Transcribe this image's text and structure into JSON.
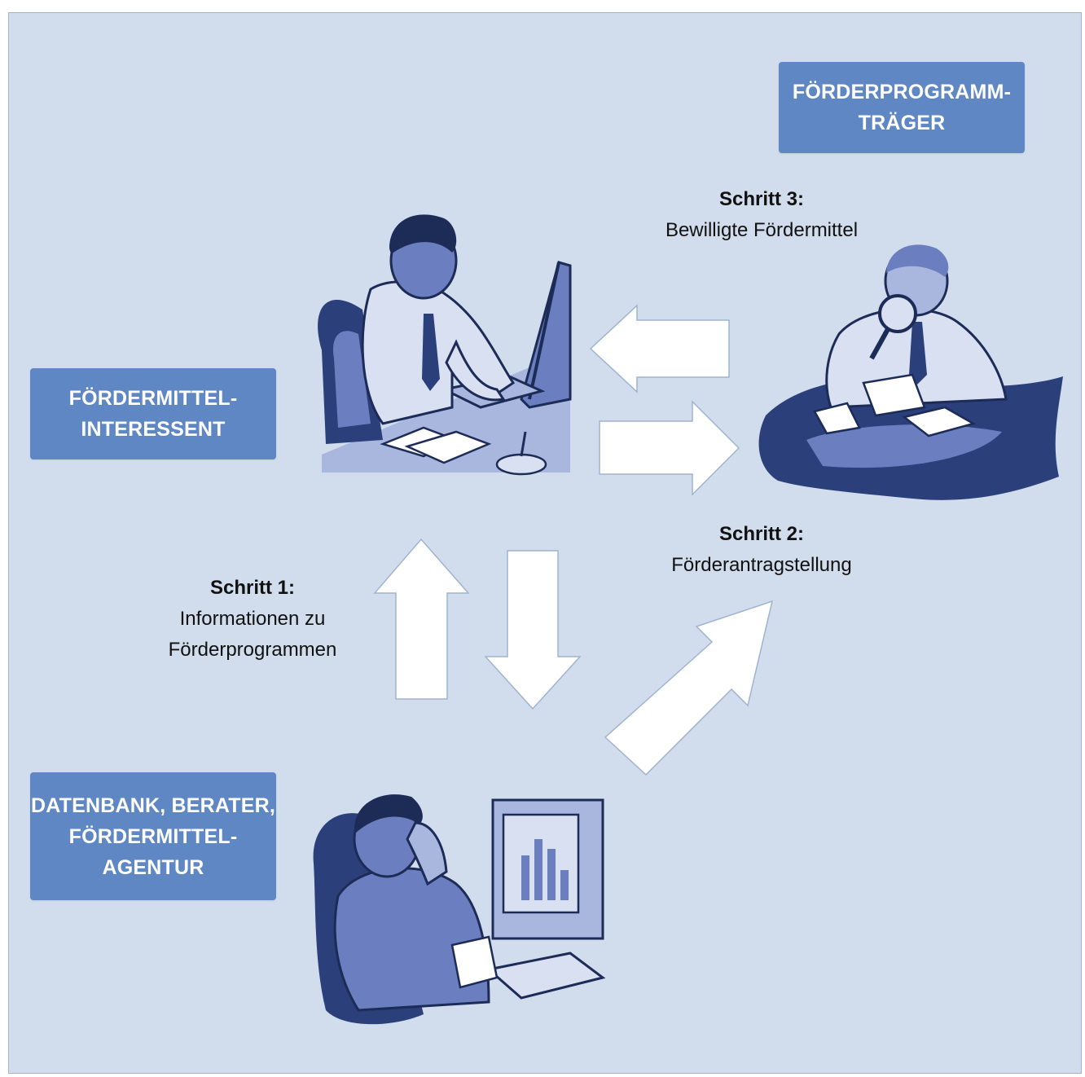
{
  "actors": {
    "interessent": "FÖRDERMITTEL-\nINTERESSENT",
    "traeger": "FÖRDERPROGRAMM-\nTRÄGER",
    "datenbank": "DATENBANK, BERATER,\nFÖRDERMITTEL-\nAGENTUR"
  },
  "steps": {
    "step1": {
      "title": "Schritt 1:",
      "desc": "Informationen zu\nFörderprogrammen"
    },
    "step2": {
      "title": "Schritt 2:",
      "desc": "Förderantragstellung"
    },
    "step3": {
      "title": "Schritt 3:",
      "desc": "Bewilligte Fördermittel"
    }
  },
  "colors": {
    "background": "#d1ddec",
    "box": "#5e87c4",
    "clipart_dark": "#2b3f7a",
    "clipart_mid": "#6b7fc0",
    "clipart_light": "#a9b6de",
    "arrow_fill": "#ffffff"
  },
  "illustrations": {
    "interessent": "person-at-computer",
    "traeger": "person-with-magnifier",
    "datenbank": "person-on-phone"
  }
}
